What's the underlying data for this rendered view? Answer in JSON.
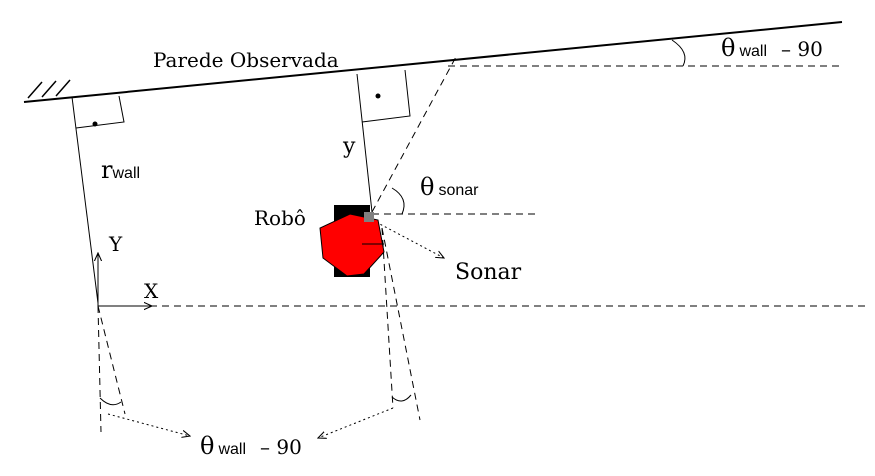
{
  "labels": {
    "wall": "Parede Observada",
    "r_symbol": "r",
    "r_sub": "wall",
    "y_small": "y",
    "theta": "θ",
    "sonar_sub": "sonar",
    "wall_sub": "wall",
    "minus90": "– 90",
    "robot": "Robô",
    "sonar": "Sonar",
    "axis_y": "Y",
    "axis_x": "X"
  },
  "colors": {
    "robot_body": "#ff0000",
    "robot_wheels": "#000000",
    "sonar_sensor": "#808080"
  }
}
